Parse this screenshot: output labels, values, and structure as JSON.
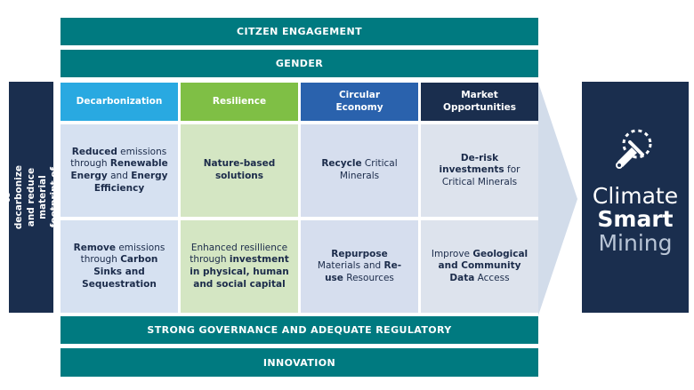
{
  "bands": {
    "citizen": "CITZEN ENGAGEMENT",
    "gender": "GENDER",
    "governance": "STRONG GOVERNANCE AND ADEQUATE REGULATORY",
    "innovation": "INNOVATION"
  },
  "side_label": "World Bank, IFC support to decarbonize and reduce material footprint of mining sector",
  "columns": [
    {
      "title": "Decarbonization",
      "color": "#29a9e1",
      "cell_color": "#d6e1f1",
      "cells": [
        [
          {
            "t": "Reduced",
            "b": true
          },
          {
            "t": " emissions through "
          },
          {
            "t": "Renewable Energy",
            "b": true
          },
          {
            "t": " and "
          },
          {
            "t": "Energy Efficiency",
            "b": true
          }
        ],
        [
          {
            "t": "Remove",
            "b": true
          },
          {
            "t": " emissions through "
          },
          {
            "t": "Carbon Sinks and Sequestration",
            "b": true
          }
        ]
      ]
    },
    {
      "title": "Resilience",
      "color": "#7fbf45",
      "cell_color": "#d4e6c3",
      "cells": [
        [
          {
            "t": "Nature-based solutions",
            "b": true
          }
        ],
        [
          {
            "t": "Enhanced resillience through "
          },
          {
            "t": "investment in physical, human and social capital",
            "b": true
          }
        ]
      ]
    },
    {
      "title": "Circular Economy",
      "color": "#2a62ad",
      "cell_color": "#d6deee",
      "cells": [
        [
          {
            "t": "Recycle",
            "b": true
          },
          {
            "t": " Critical Minerals"
          }
        ],
        [
          {
            "t": "Repurpose",
            "b": true
          },
          {
            "t": " Materials and "
          },
          {
            "t": "Re-use",
            "b": true
          },
          {
            "t": " Resources"
          }
        ]
      ]
    },
    {
      "title": "Market Opportunities",
      "color": "#1a2e4e",
      "cell_color": "#dde3ed",
      "cells": [
        [
          {
            "t": "De-risk investments",
            "b": true
          },
          {
            "t": " for Critical Minerals"
          }
        ],
        [
          {
            "t": "Improve "
          },
          {
            "t": "Geological and Community Data",
            "b": true
          },
          {
            "t": " Access"
          }
        ]
      ]
    }
  ],
  "result": {
    "line1": "Climate",
    "line2": "Smart",
    "line3": "Mining",
    "icon": "mining-pickaxe-bulb-icon"
  },
  "colors": {
    "teal": "#007a80",
    "navy": "#1a2e4e",
    "arrow": "#d2dcea"
  }
}
